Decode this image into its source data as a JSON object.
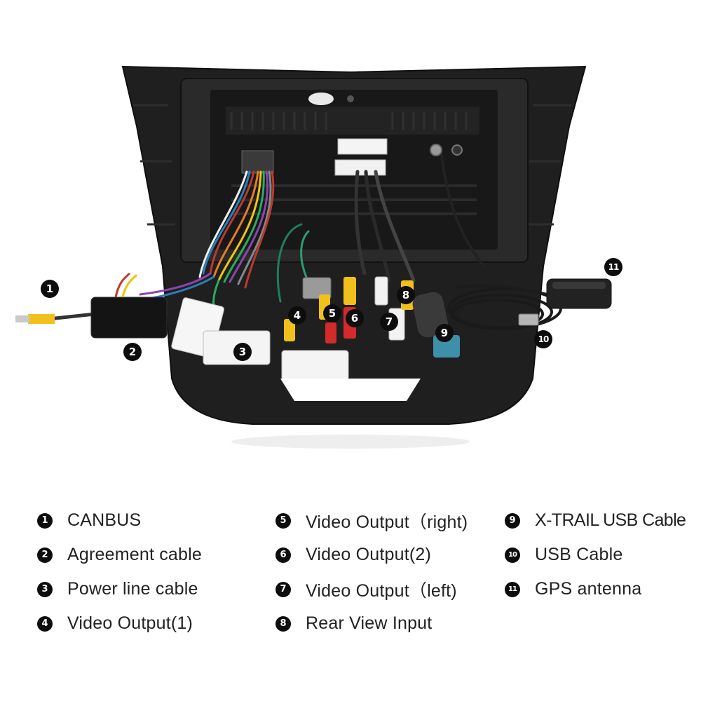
{
  "callouts": [
    {
      "num": "1"
    },
    {
      "num": "2"
    },
    {
      "num": "3"
    },
    {
      "num": "4"
    },
    {
      "num": "5"
    },
    {
      "num": "6"
    },
    {
      "num": "7"
    },
    {
      "num": "8"
    },
    {
      "num": "9"
    },
    {
      "num": "10"
    },
    {
      "num": "11"
    }
  ],
  "legend": [
    {
      "num": "1",
      "label": "CANBUS"
    },
    {
      "num": "2",
      "label": "Agreement cable"
    },
    {
      "num": "3",
      "label": "Power line cable"
    },
    {
      "num": "4",
      "label": "Video Output(1)"
    },
    {
      "num": "5",
      "label": "Video Output（right)"
    },
    {
      "num": "6",
      "label": "Video Output(2)"
    },
    {
      "num": "7",
      "label": "Video Output（left)"
    },
    {
      "num": "8",
      "label": "Rear View Input"
    },
    {
      "num": "9",
      "label": "X-TRAIL USB Cable"
    },
    {
      "num": "10",
      "label": "USB Cable"
    },
    {
      "num": "11",
      "label": "GPS antenna"
    }
  ],
  "colors": {
    "badge": "#0d0d0d",
    "bezel": "#1c1c1c",
    "rca_yellow": "#f2c01c",
    "rca_red": "#d42a2a",
    "rca_white": "#f2f2f2",
    "usb_blue": "#3e8fa8"
  }
}
